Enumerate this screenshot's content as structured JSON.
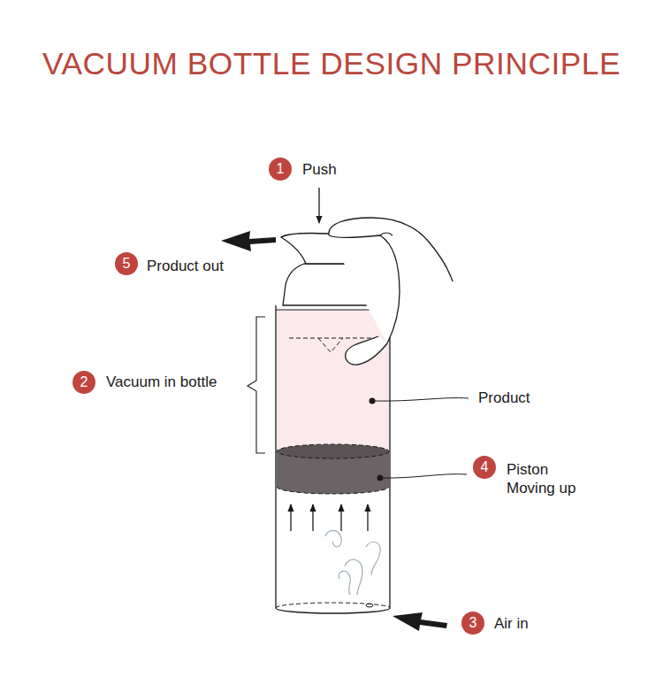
{
  "diagram": {
    "title": "VACUUM BOTTLE DESIGN PRINCIPLE",
    "nodes": [
      {
        "text": [
          "1"
        ]
      },
      {
        "text": [
          "5"
        ]
      },
      {
        "text": [
          "2"
        ]
      },
      {
        "text": [
          "4"
        ]
      },
      {
        "text": [
          "3"
        ]
      }
    ],
    "labels": [
      "Push",
      "Product out",
      "Vacuum in bottle",
      "Product",
      "Piston Moving up",
      "Air in"
    ]
  }
}
